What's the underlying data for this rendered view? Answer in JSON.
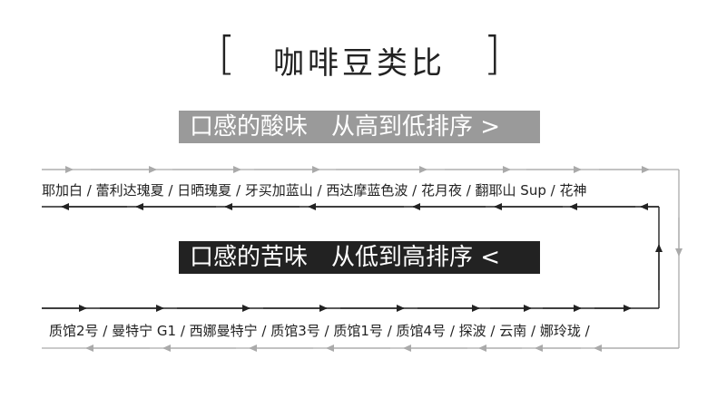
{
  "title": {
    "left_bracket": "[",
    "text": "咖啡豆类比",
    "right_bracket": "]"
  },
  "sour": {
    "banner": "口感的酸味　从高到低排序 >",
    "sequence": "耶加白 / 蕾利达瑰夏 / 日晒瑰夏 / 牙买加蓝山 / 西达摩蓝色波 / 花月夜 / 翻耶山 Sup / 花神"
  },
  "bitter": {
    "banner": "口感的苦味　从低到高排序 <",
    "sequence": "质馆2号 / 曼特宁 G1 / 西娜曼特宁 / 质馆3号 / 质馆1号 / 质馆4号 / 探波 / 云南 / 娜玲珑 /"
  },
  "colors": {
    "gray_line": "#aaaaaa",
    "dark_line": "#222222",
    "sour_banner": "#9a9a9a",
    "bitter_banner": "#222222"
  }
}
